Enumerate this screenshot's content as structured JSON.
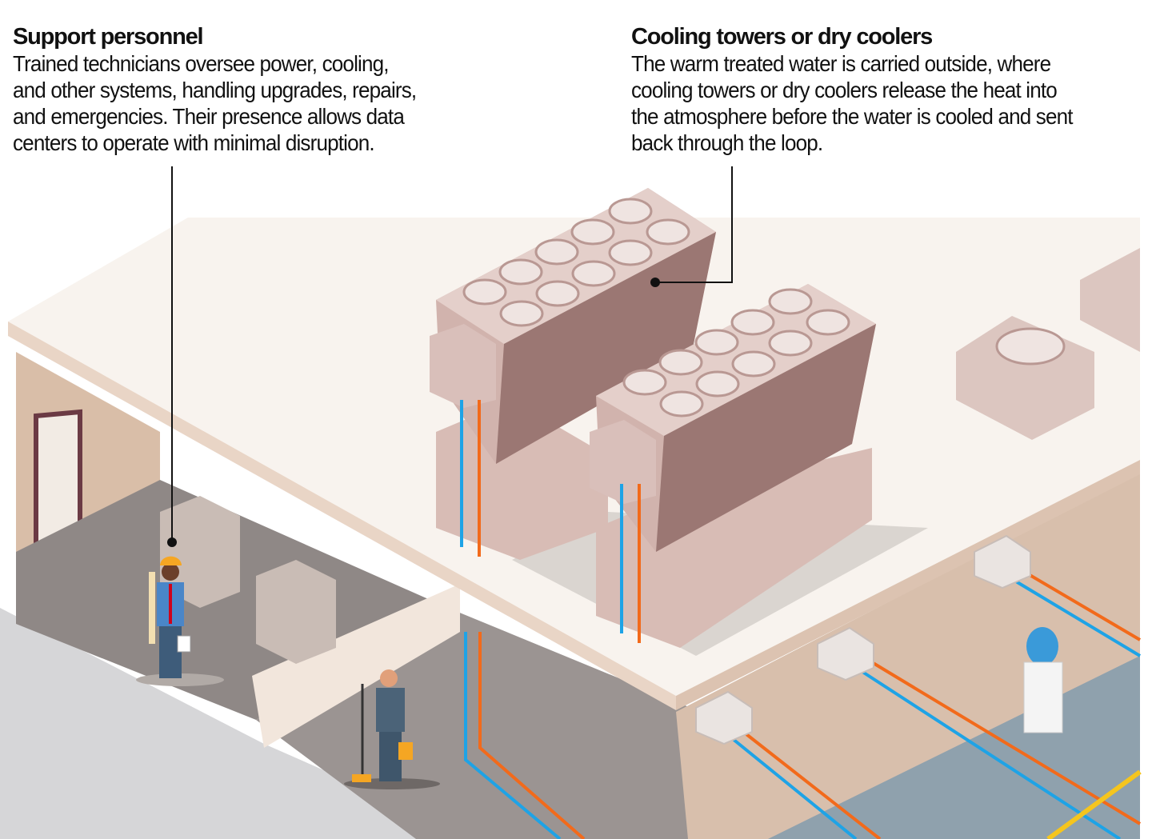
{
  "callouts": [
    {
      "title": "Support personnel",
      "lines": [
        "Trained technicians oversee power, cooling,",
        "and other systems, handling upgrades, repairs,",
        "and emergencies. Their presence allows data",
        "centers to operate with minimal disruption."
      ]
    },
    {
      "title": "Cooling towers or dry coolers",
      "lines": [
        "The warm treated water  is carried outside, where",
        "cooling towers or dry coolers release the heat into",
        "the atmosphere before the water is cooled and sent",
        "back through the loop."
      ]
    }
  ],
  "colors": {
    "roof": "#f7f1ea",
    "cooler": "#c9a9a3",
    "cooler_dark": "#8f6d6a",
    "hot_pipe": "#f26a1b",
    "cold_pipe": "#1ea3e6",
    "floor": "#a9a29f",
    "wall": "#dcbfa6"
  }
}
